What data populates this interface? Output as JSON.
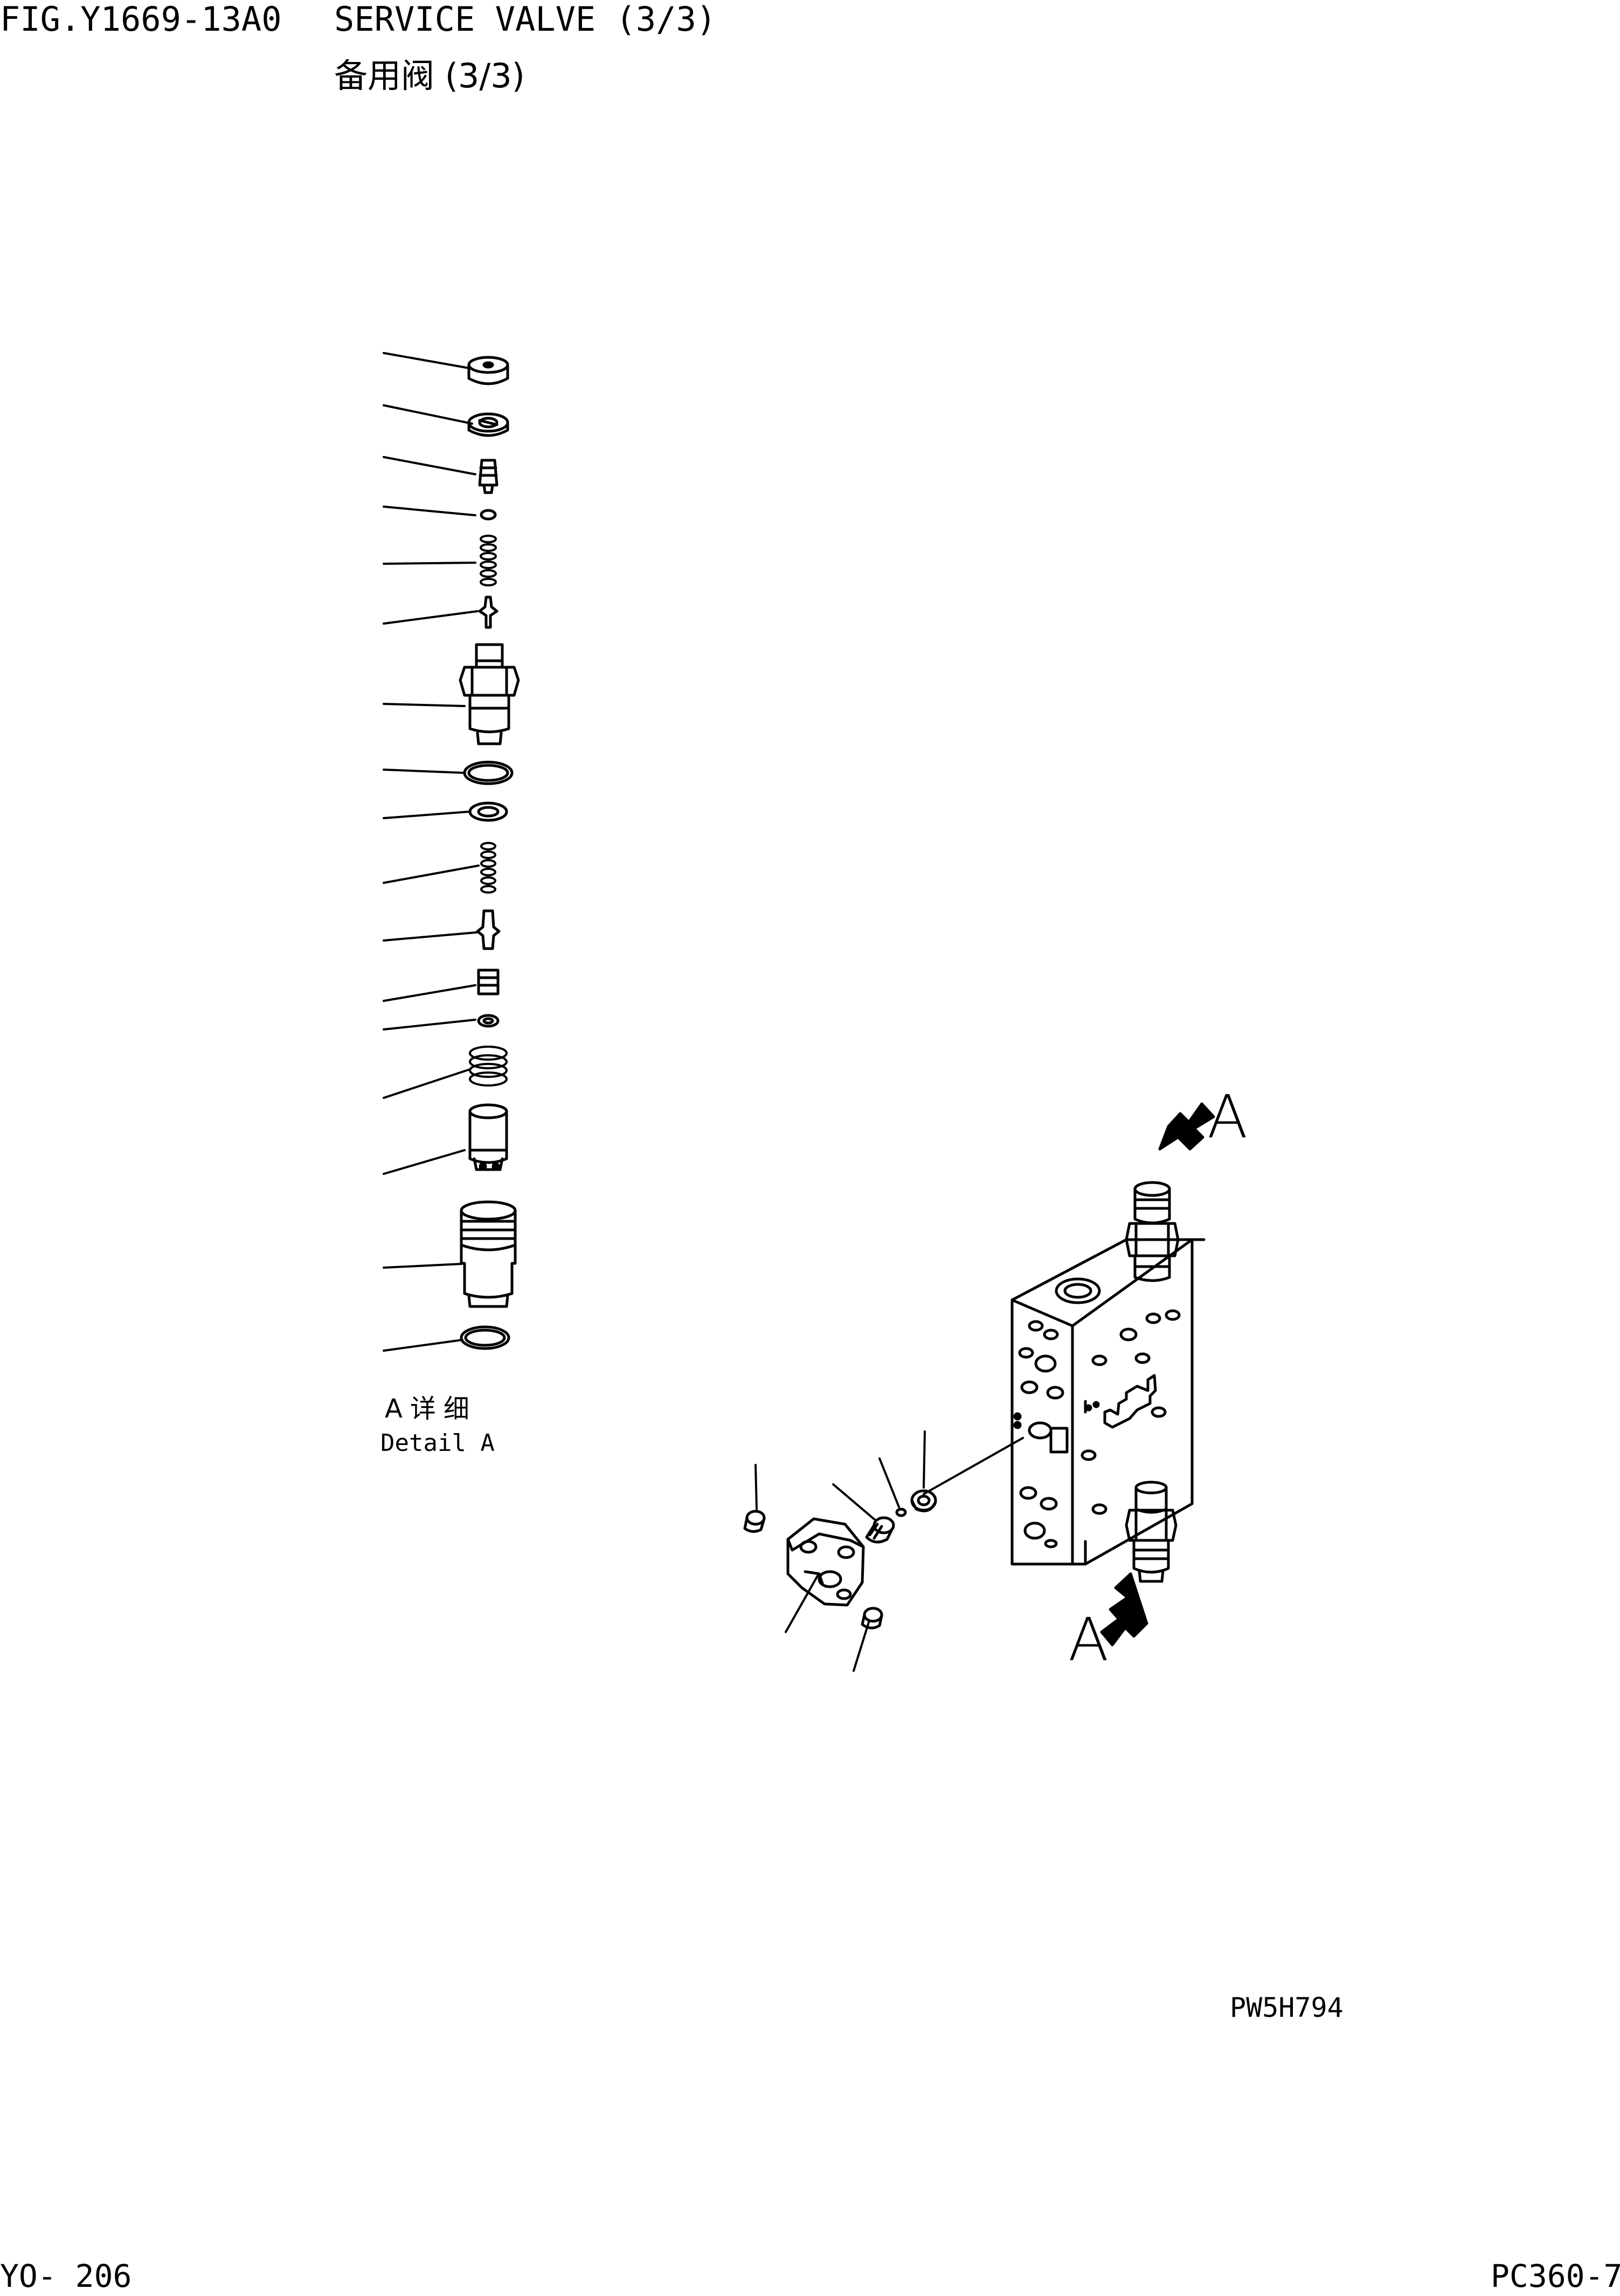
{
  "header": {
    "fig_number": "FIG.Y1669-13A0",
    "title_en": "SERVICE VALVE (3/3)",
    "title_zh": "备用阀 (3/3)"
  },
  "detail": {
    "caption_zh": "A详细",
    "caption_en": "Detail A"
  },
  "drawing": {
    "view_label_top": "A",
    "view_label_bottom": "A",
    "code": "PW5H794"
  },
  "footer": {
    "page_number": "YO- 206",
    "model": "PC360-7"
  },
  "colors": {
    "line": "#000000",
    "background": "#ffffff"
  }
}
